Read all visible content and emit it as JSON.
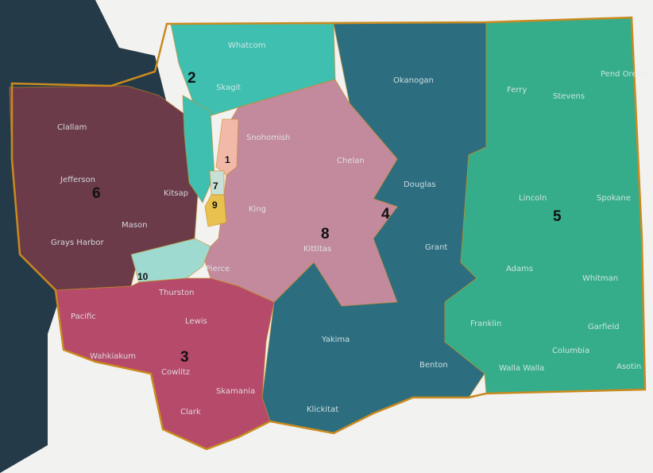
{
  "colors": {
    "water": "#243a48",
    "land_outside": "#f2f2f0",
    "border": "#c98a1e",
    "d1": "#f2b9a8",
    "d2": "#3fbfb0",
    "d3": "#b54a6a",
    "d4": "#2c6e80",
    "d5": "#36ad8a",
    "d6": "#6b3b4a",
    "d7": "#c9e0d6",
    "d8": "#c28a9c",
    "d9": "#e8c14e",
    "d10": "#9fdad0"
  },
  "districts": [
    {
      "id": "d1",
      "number": "1"
    },
    {
      "id": "d2",
      "number": "2"
    },
    {
      "id": "d3",
      "number": "3"
    },
    {
      "id": "d4",
      "number": "4"
    },
    {
      "id": "d5",
      "number": "5"
    },
    {
      "id": "d6",
      "number": "6"
    },
    {
      "id": "d7",
      "number": "7"
    },
    {
      "id": "d8",
      "number": "8"
    },
    {
      "id": "d9",
      "number": "9"
    },
    {
      "id": "d10",
      "number": "10"
    }
  ],
  "counties": {
    "whatcom": "Whatcom",
    "skagit": "Skagit",
    "okanogan": "Okanogan",
    "ferry": "Ferry",
    "stevens": "Stevens",
    "pend_oreille": "Pend Oreille",
    "clallam": "Clallam",
    "jefferson": "Jefferson",
    "snohomish": "Snohomish",
    "chelan": "Chelan",
    "douglas": "Douglas",
    "lincoln": "Lincoln",
    "spokane": "Spokane",
    "king": "King",
    "kitsap": "Kitsap",
    "mason": "Mason",
    "grays_harbor": "Grays Harbor",
    "kittitas": "Kittitas",
    "grant": "Grant",
    "pierce": "Pierce",
    "thurston": "Thurston",
    "adams": "Adams",
    "whitman": "Whitman",
    "pacific": "Pacific",
    "lewis": "Lewis",
    "yakima": "Yakima",
    "franklin": "Franklin",
    "garfield": "Garfield",
    "wahkiakum": "Wahkiakum",
    "cowlitz": "Cowlitz",
    "columbia": "Columbia",
    "benton": "Benton",
    "walla_walla": "Walla Walla",
    "asotin": "Asotin",
    "skamania": "Skamania",
    "clark": "Clark",
    "klickitat": "Klickitat"
  }
}
